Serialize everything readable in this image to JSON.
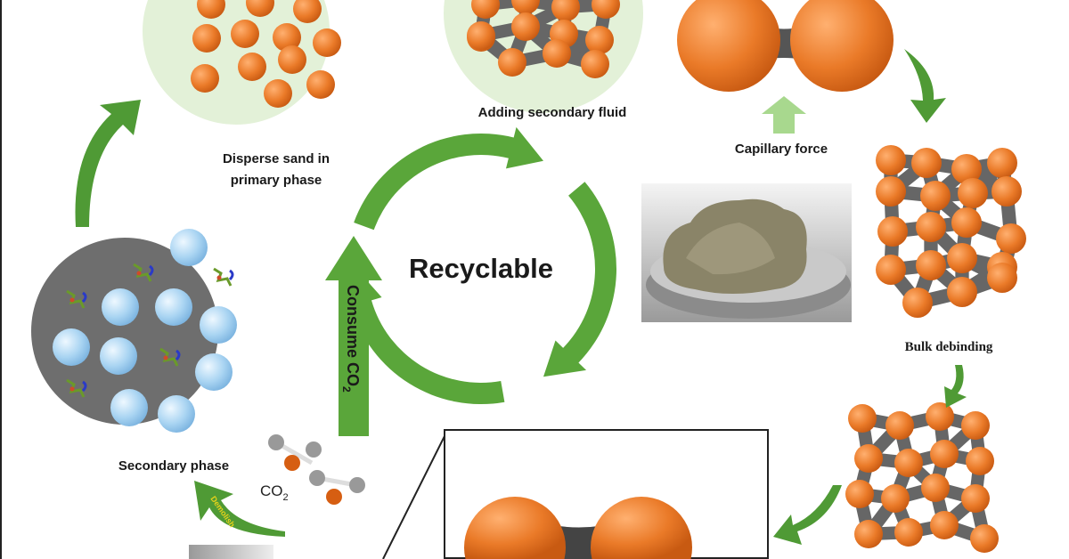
{
  "labels": {
    "disperse_line1": "Disperse sand in",
    "disperse_line2": "primary phase",
    "adding_fluid": "Adding secondary fluid",
    "capillary": "Capillary force",
    "bulk_debinding": "Bulk debinding",
    "recyclable": "Recyclable",
    "consume": "Consume CO",
    "consume_sub": "2",
    "secondary_phase": "Secondary phase",
    "co2": "CO",
    "co2_sub": "2",
    "demolish": "Demolish"
  },
  "colors": {
    "green": "#5aa63a",
    "orange": "#e8792a",
    "light_green": "#e3f1d8",
    "gray": "#6e6e6e",
    "blue": "#a9d4f2"
  }
}
